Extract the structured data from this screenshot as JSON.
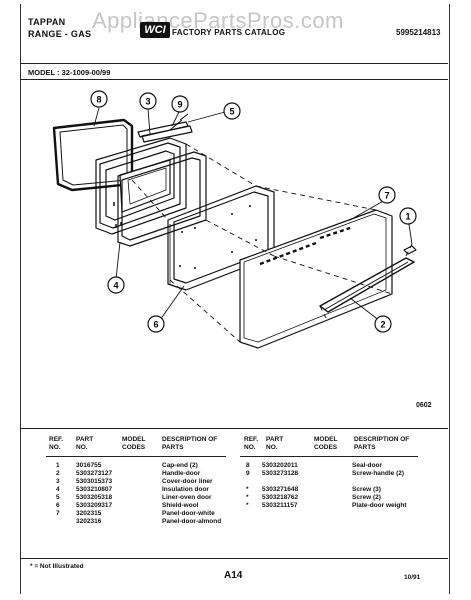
{
  "header": {
    "brand_line1": "TAPPAN",
    "brand_line2": "RANGE - GAS",
    "logo_text": "WCI",
    "catalog_title": "FACTORY PARTS CATALOG",
    "catalog_number": "5995214813",
    "watermark": "AppliancePartsPros.com"
  },
  "model_line": "MODEL : 32-1009-00/99",
  "diagram": {
    "code": "0602",
    "callouts": [
      "8",
      "3",
      "9",
      "5",
      "7",
      "1",
      "4",
      "6",
      "2"
    ]
  },
  "table": {
    "headers": {
      "ref_no": "REF. NO.",
      "part_no": "PART NO.",
      "model_codes": "MODEL CODES",
      "description": "DESCRIPTION OF PARTS"
    },
    "left_rows": [
      {
        "ref": "1",
        "part": "3016755",
        "desc": "Cap-end (2)"
      },
      {
        "ref": "2",
        "part": "5303273127",
        "desc": "Handle-door"
      },
      {
        "ref": "3",
        "part": "5303015373",
        "desc": "Cover-door liner"
      },
      {
        "ref": "4",
        "part": "5303210807",
        "desc": "Insulation door"
      },
      {
        "ref": "5",
        "part": "5303205318",
        "desc": "Liner-oven door"
      },
      {
        "ref": "6",
        "part": "5303209317",
        "desc": "Shield-wool"
      },
      {
        "ref": "7",
        "part": "3202315",
        "desc": "Panel-door-white"
      },
      {
        "ref": "",
        "part": "3202316",
        "desc": "Panel-door-almond"
      }
    ],
    "right_rows": [
      {
        "ref": "8",
        "part": "5303202011",
        "desc": "Seal-door"
      },
      {
        "ref": "9",
        "part": "5303273128",
        "desc": "Screw-handle (2)"
      },
      {
        "ref": "",
        "part": "",
        "desc": ""
      },
      {
        "ref": "*",
        "part": "5303271648",
        "desc": "Screw (3)"
      },
      {
        "ref": "*",
        "part": "5303218762",
        "desc": "Screw (2)"
      },
      {
        "ref": "*",
        "part": "5303211157",
        "desc": "Plate-door weight"
      }
    ]
  },
  "footer": {
    "footnote": "* = Not Illustrated",
    "page_number": "A14",
    "date": "10/91"
  }
}
